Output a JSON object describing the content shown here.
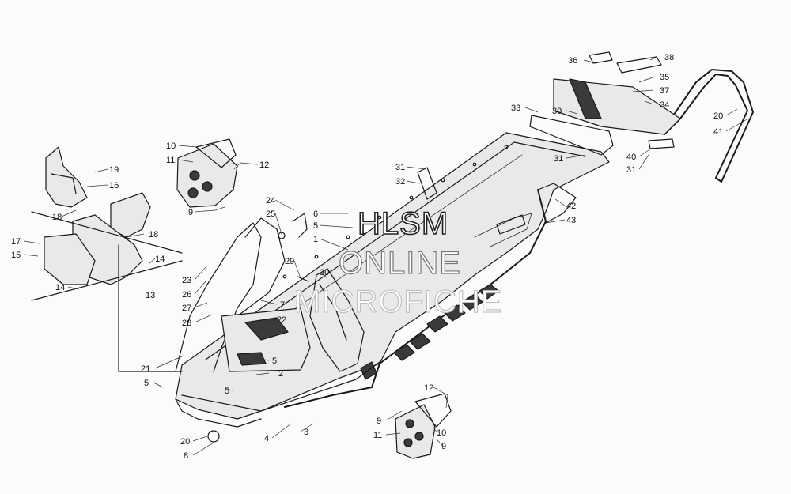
{
  "watermark": {
    "line1": "HLSM",
    "line2": "ONLINE",
    "line3": "MICROFICHE"
  },
  "callouts": [
    {
      "id": "c36",
      "text": "36"
    },
    {
      "id": "c38",
      "text": "38"
    },
    {
      "id": "c35",
      "text": "35"
    },
    {
      "id": "c37",
      "text": "37"
    },
    {
      "id": "c34",
      "text": "34"
    },
    {
      "id": "c33",
      "text": "33"
    },
    {
      "id": "c39",
      "text": "39"
    },
    {
      "id": "c20a",
      "text": "20"
    },
    {
      "id": "c41",
      "text": "41"
    },
    {
      "id": "c40",
      "text": "40"
    },
    {
      "id": "c31a",
      "text": "31"
    },
    {
      "id": "c31b",
      "text": "31"
    },
    {
      "id": "c10a",
      "text": "10"
    },
    {
      "id": "c11a",
      "text": "11"
    },
    {
      "id": "c12a",
      "text": "12"
    },
    {
      "id": "c9a",
      "text": "9"
    },
    {
      "id": "c19",
      "text": "19"
    },
    {
      "id": "c16",
      "text": "16"
    },
    {
      "id": "c18a",
      "text": "18"
    },
    {
      "id": "c18b",
      "text": "18"
    },
    {
      "id": "c17",
      "text": "17"
    },
    {
      "id": "c15",
      "text": "15"
    },
    {
      "id": "c14a",
      "text": "14"
    },
    {
      "id": "c14b",
      "text": "14"
    },
    {
      "id": "c13",
      "text": "13"
    },
    {
      "id": "c31c",
      "text": "31"
    },
    {
      "id": "c32",
      "text": "32"
    },
    {
      "id": "c24",
      "text": "24"
    },
    {
      "id": "c25",
      "text": "25"
    },
    {
      "id": "c6",
      "text": "6"
    },
    {
      "id": "c5a",
      "text": "5"
    },
    {
      "id": "c1",
      "text": "1"
    },
    {
      "id": "c42",
      "text": "42"
    },
    {
      "id": "c43",
      "text": "43"
    },
    {
      "id": "c29",
      "text": "29"
    },
    {
      "id": "c30",
      "text": "30"
    },
    {
      "id": "c23",
      "text": "23"
    },
    {
      "id": "c26",
      "text": "26"
    },
    {
      "id": "c27",
      "text": "27"
    },
    {
      "id": "c28",
      "text": "28"
    },
    {
      "id": "c7",
      "text": "7"
    },
    {
      "id": "c22",
      "text": "22"
    },
    {
      "id": "c5b",
      "text": "5"
    },
    {
      "id": "c21",
      "text": "21"
    },
    {
      "id": "c2",
      "text": "2"
    },
    {
      "id": "c5c",
      "text": "5"
    },
    {
      "id": "c5d",
      "text": "5"
    },
    {
      "id": "c4",
      "text": "4"
    },
    {
      "id": "c3",
      "text": "3"
    },
    {
      "id": "c20b",
      "text": "20"
    },
    {
      "id": "c8",
      "text": "8"
    },
    {
      "id": "c12b",
      "text": "12"
    },
    {
      "id": "c9b",
      "text": "9"
    },
    {
      "id": "c11b",
      "text": "11"
    },
    {
      "id": "c10b",
      "text": "10"
    },
    {
      "id": "c9c",
      "text": "9"
    }
  ]
}
